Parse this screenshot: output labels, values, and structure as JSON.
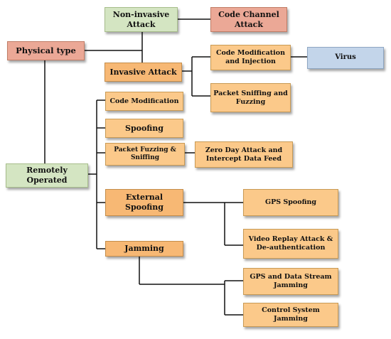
{
  "nodes": {
    "non_invasive_attack": "Non-invasive Attack",
    "code_channel_attack": "Code Channel Attack",
    "physical_type": "Physical type",
    "invasive_attack": "Invasive Attack",
    "code_modification_injection": "Code Modification and Injection",
    "virus": "Virus",
    "packet_sniffing_fuzzing": "Packet Sniffing and Fuzzing",
    "code_modification": "Code Modification",
    "spoofing": "Spoofing",
    "packet_fuzzing_sniffing": "Packet Fuzzing & Sniffing",
    "zero_day_attack": "Zero Day Attack and Intercept Data Feed",
    "remotely_operated": "Remotely Operated",
    "external_spoofing": "External Spoofing",
    "gps_spoofing": "GPS Spoofing",
    "video_replay_attack": "Video Replay Attack & De-authentication",
    "jamming": "Jamming",
    "gps_data_stream_jamming": "GPS and Data Stream Jamming",
    "control_system_jamming": "Control System Jamming"
  },
  "colors": {
    "green": "#d4e5c2",
    "salmon": "#eba896",
    "orange": "#fbc98a",
    "blue": "#c3d5ea",
    "line": "#111111"
  }
}
